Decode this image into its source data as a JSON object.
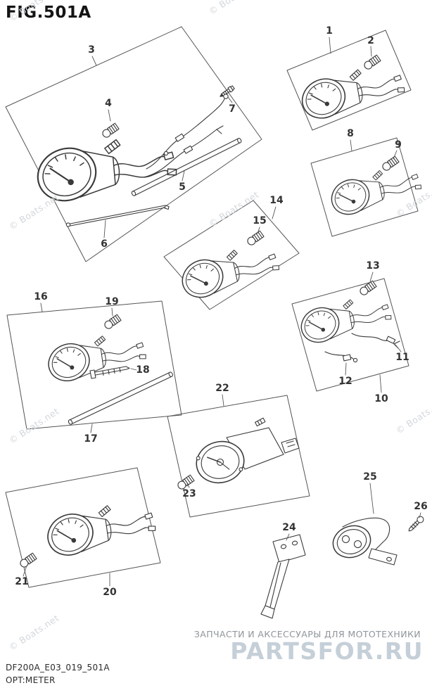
{
  "title": "FIG.501A",
  "figure": {
    "code": "DF200A_E03_019_501A",
    "caption": "OPT:METER"
  },
  "watermark": {
    "text": "© Boats.net"
  },
  "footer": {
    "line1": "ЗАПЧАСТИ И АКСЕССУАРЫ ДЛЯ МОТОТЕХНИКИ",
    "brand": "PARTSFOR.RU"
  },
  "callouts": [
    {
      "label": "1"
    },
    {
      "label": "2"
    },
    {
      "label": "3"
    },
    {
      "label": "4"
    },
    {
      "label": "5"
    },
    {
      "label": "6"
    },
    {
      "label": "7"
    },
    {
      "label": "8"
    },
    {
      "label": "9"
    },
    {
      "label": "10"
    },
    {
      "label": "11"
    },
    {
      "label": "12"
    },
    {
      "label": "13"
    },
    {
      "label": "14"
    },
    {
      "label": "15"
    },
    {
      "label": "16"
    },
    {
      "label": "17"
    },
    {
      "label": "18"
    },
    {
      "label": "19"
    },
    {
      "label": "20"
    },
    {
      "label": "21"
    },
    {
      "label": "22"
    },
    {
      "label": "23"
    },
    {
      "label": "24"
    },
    {
      "label": "25"
    },
    {
      "label": "26"
    }
  ],
  "colors": {
    "ink": "#3a3a3a",
    "box": "#555555",
    "watermark": "#d3d8dc",
    "footer_text": "#8f959b",
    "brand": "#c5cfd8",
    "background": "#ffffff"
  }
}
